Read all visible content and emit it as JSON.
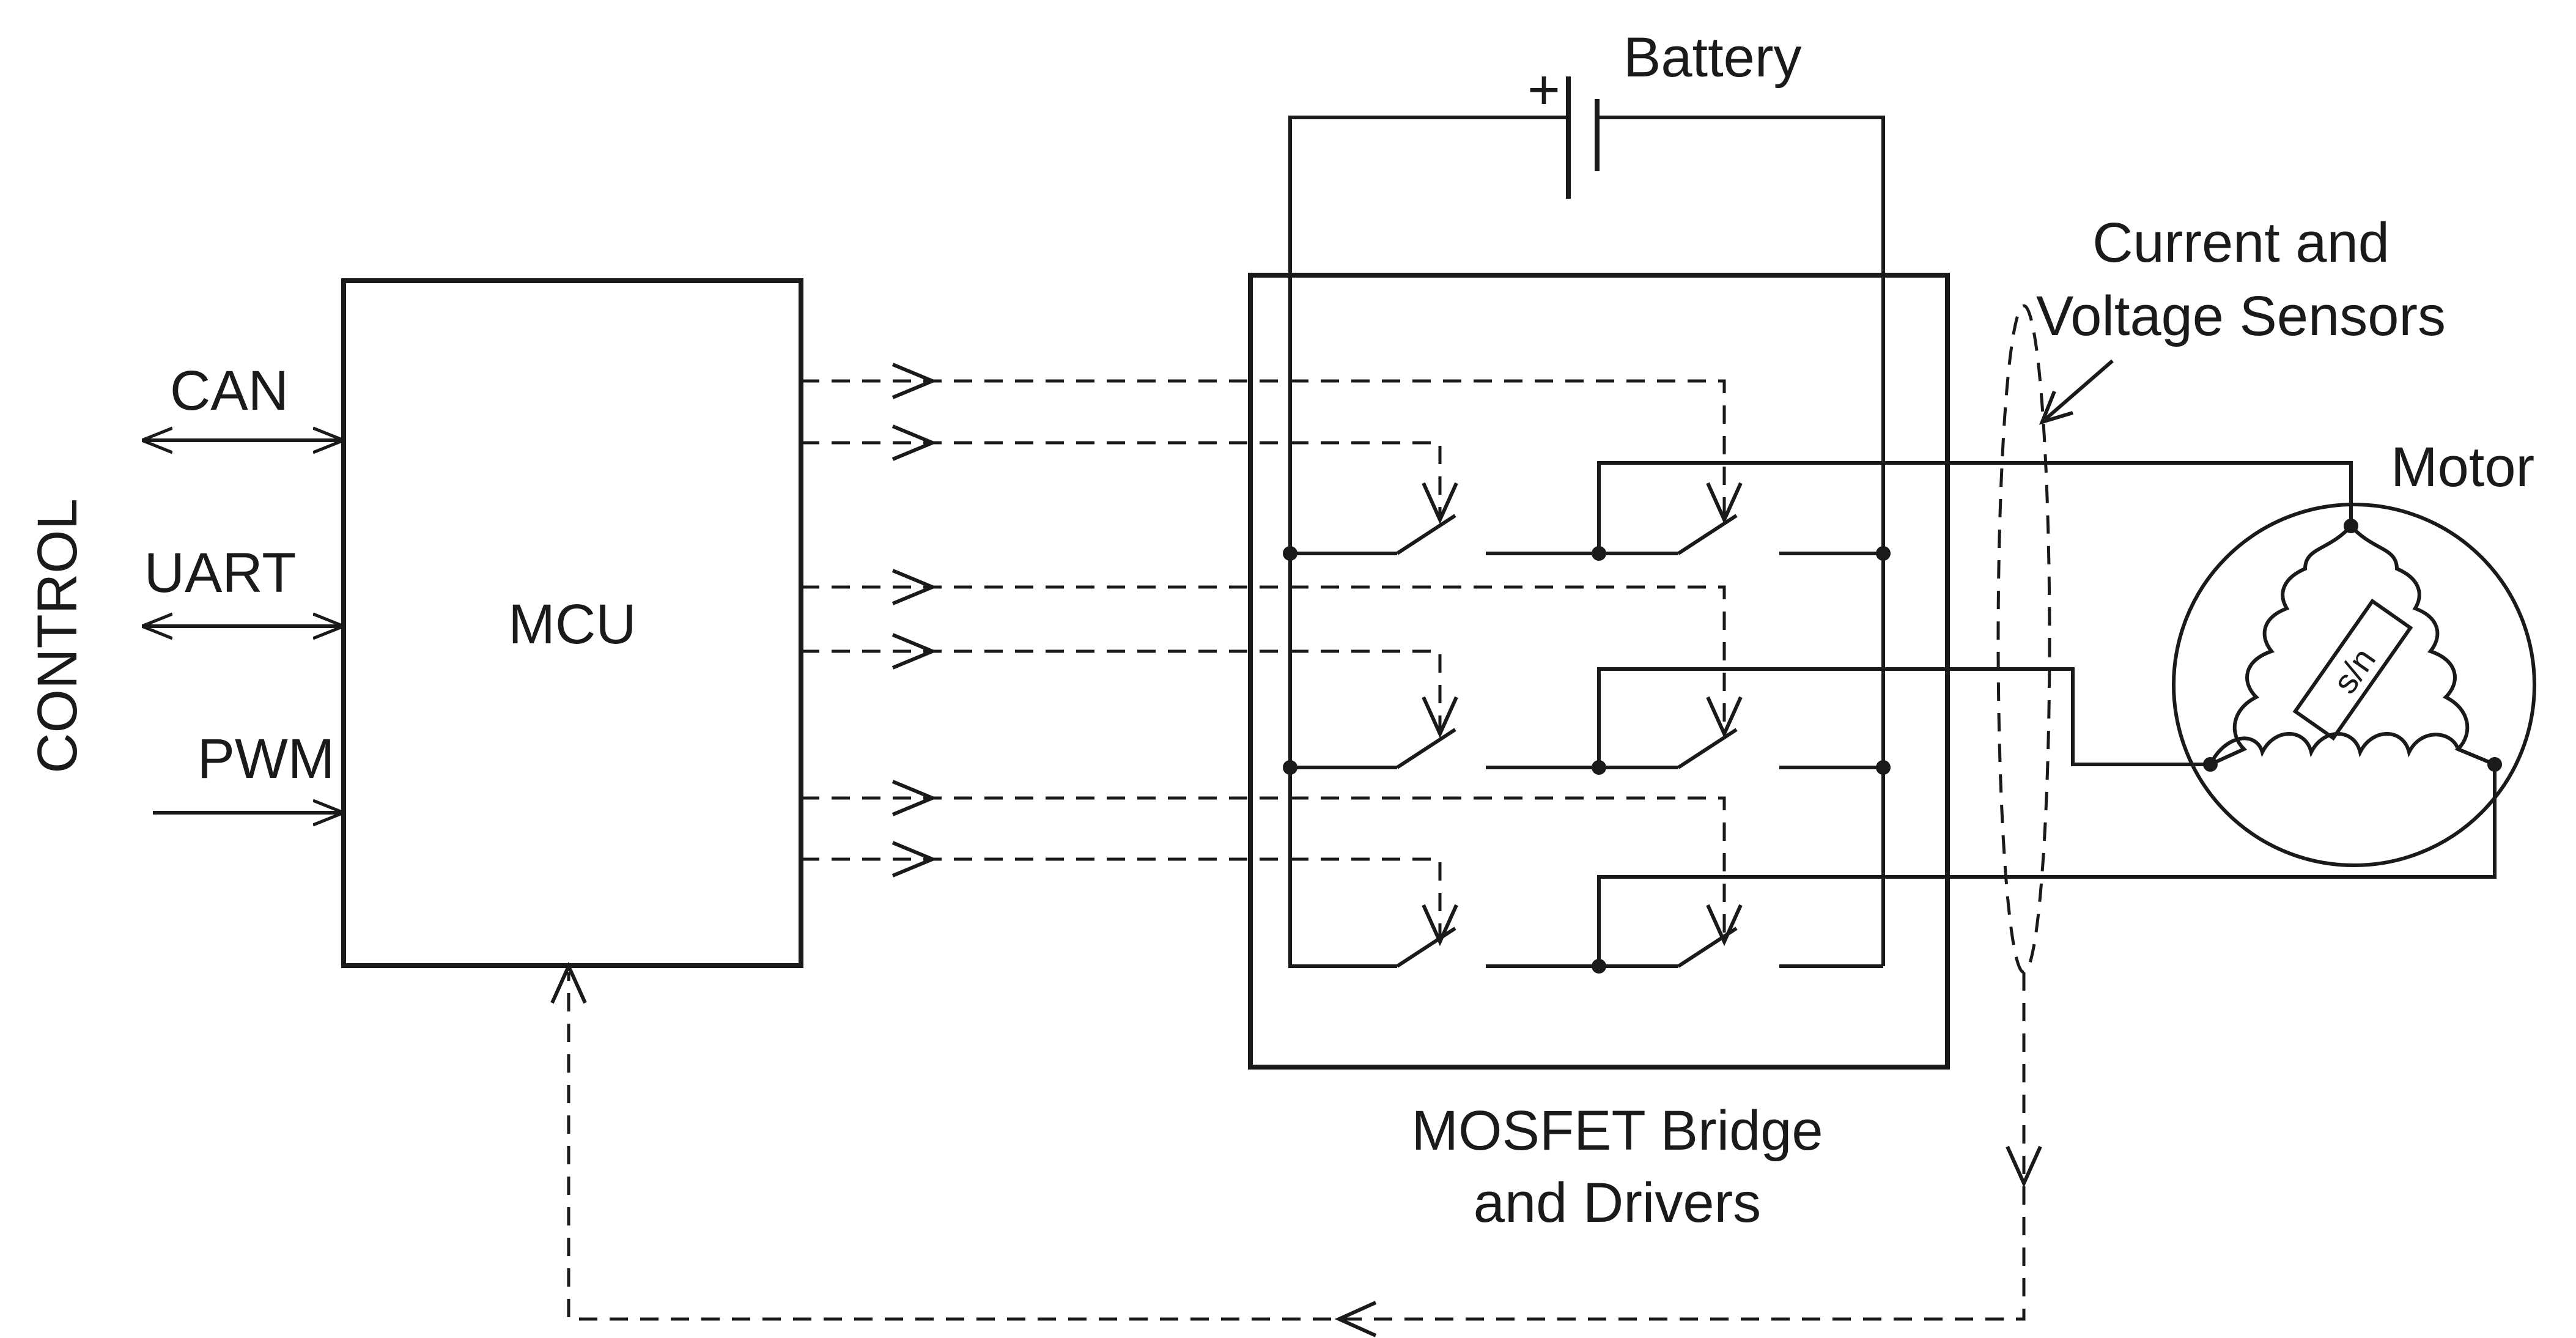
{
  "labels": {
    "control": "CONTROL",
    "can": "CAN",
    "uart": "UART",
    "pwm": "PWM",
    "mcu": "MCU",
    "battery": "Battery",
    "battery_plus": "+",
    "sensors_line1": "Current and",
    "sensors_line2": "Voltage Sensors",
    "motor": "Motor",
    "motor_rotor": "s/n",
    "bridge_line1": "MOSFET Bridge",
    "bridge_line2": "and Drivers"
  }
}
